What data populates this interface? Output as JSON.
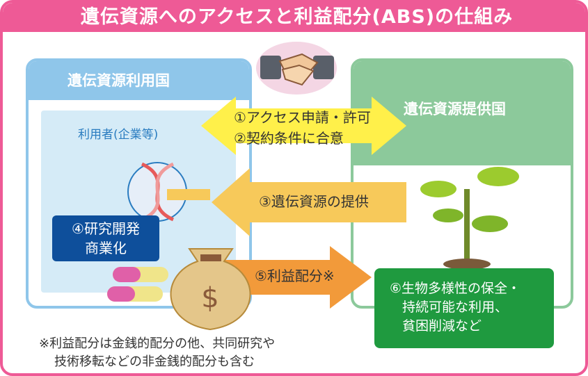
{
  "title": "遺伝資源へのアクセスと利益配分(ABS)の仕組み",
  "user_country": {
    "label": "遺伝資源利用国",
    "inner_label": "利用者(企業等)",
    "research_box": [
      "④研究開発",
      "商業化"
    ]
  },
  "provider_country": {
    "label": "遺伝資源提供国",
    "benefits_box": [
      "⑥生物多様性の保全・",
      "持続可能な利用、",
      "貧困削減など"
    ]
  },
  "arrows": {
    "access": [
      "①アクセス申請・許可",
      "②契約条件に合意"
    ],
    "provision": "③遺伝資源の提供",
    "benefit": "⑤利益配分※"
  },
  "note": [
    "※利益配分は金銭的配分の他、共同研究や",
    "技術移転などの非金銭的配分も含む"
  ],
  "icons": [
    "handshake-icon",
    "dna-icon",
    "sprout-icon",
    "capsule-icon",
    "money-bag-icon"
  ],
  "colors": {
    "frame": "#ee5a96",
    "user_panel": "#8fc6ea",
    "provider_panel": "#8cc99b",
    "arrow_yellow": "#fff04a",
    "arrow_orange": "#f7c95a",
    "arrow_dark_orange": "#f29a3a",
    "research_box": "#0e4f9b",
    "benefits_box": "#1f9a3f"
  }
}
